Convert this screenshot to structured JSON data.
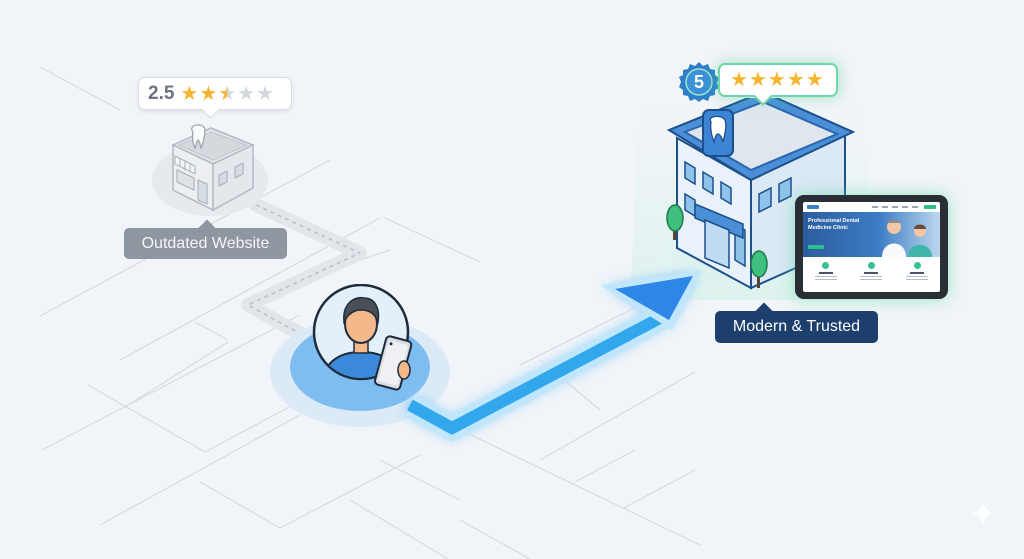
{
  "scene": {
    "title": "Dental clinic website upgrade journey",
    "background_color": "#f1f4f8"
  },
  "old_clinic": {
    "rating": {
      "score": "2.5",
      "stars": [
        "full",
        "full",
        "half",
        "empty",
        "empty"
      ],
      "star_color": "#f5b52e",
      "empty_star_color": "#d4d8de"
    },
    "icon": "dental-clinic-building-icon",
    "label": "Outdated Website",
    "label_color": "#8e969f"
  },
  "user": {
    "icon": "person-with-phone-avatar",
    "shirt_color": "#3b8ad9"
  },
  "path": {
    "old_route": "dashed-gray-path",
    "new_route": "glowing-blue-arrow",
    "arrow_color": "#2f8ef0"
  },
  "new_clinic": {
    "rating": {
      "score": "5",
      "stars": [
        "full",
        "full",
        "full",
        "full",
        "full"
      ],
      "seal_color": "#2f7fc8",
      "border_color": "#6fd6a8"
    },
    "icon": "modern-dental-clinic-building-icon",
    "label": "Modern & Trusted",
    "label_color": "#1d3f6e",
    "tablet": {
      "hero_title": "Professional Dental Medicine Clinic",
      "accent_color": "#2fbf8f",
      "features": [
        "feature-1",
        "feature-2",
        "feature-3"
      ]
    }
  },
  "corner_icon": "sparkle-icon"
}
